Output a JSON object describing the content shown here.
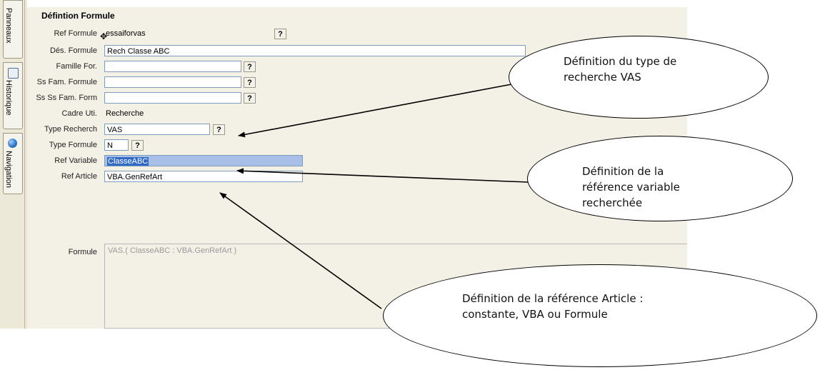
{
  "sidebar": {
    "tabs": [
      {
        "label": "Panneaux",
        "icon": "panels-icon"
      },
      {
        "label": "Historique",
        "icon": "history-icon"
      },
      {
        "label": "Navigation",
        "icon": "globe-icon"
      }
    ]
  },
  "section_title": "Défintion Formule",
  "fields": {
    "ref_formule": {
      "label": "Ref Formule",
      "value": "essaiforvas"
    },
    "des_formule": {
      "label": "Dés. Formule",
      "value": "Rech Classe ABC"
    },
    "famille": {
      "label": "Famille For.",
      "value": ""
    },
    "ss_fam": {
      "label": "Ss Fam. Formule",
      "value": ""
    },
    "ss_ss_fam": {
      "label": "Ss Ss Fam. Form",
      "value": ""
    },
    "cadre": {
      "label": "Cadre Uti.",
      "value": "Recherche"
    },
    "type_recherch": {
      "label": "Type Recherch",
      "value": "VAS"
    },
    "type_formule": {
      "label": "Type Formule",
      "value": "N"
    },
    "ref_variable": {
      "label": "Ref Variable",
      "value": "ClasseABC"
    },
    "ref_article": {
      "label": "Ref Article",
      "value": "VBA.GenRefArt"
    },
    "formule": {
      "label": "Formule",
      "value": "VAS.( ClasseABC : VBA.GenRefArt )"
    }
  },
  "help_symbol": "?",
  "callouts": [
    {
      "lines": [
        "Définition du type de",
        "recherche VAS"
      ]
    },
    {
      "lines": [
        "Définition de la",
        "référence variable",
        "recherchée"
      ]
    },
    {
      "lines": [
        "Définition de la référence Article :",
        "constante, VBA ou Formule"
      ]
    }
  ]
}
